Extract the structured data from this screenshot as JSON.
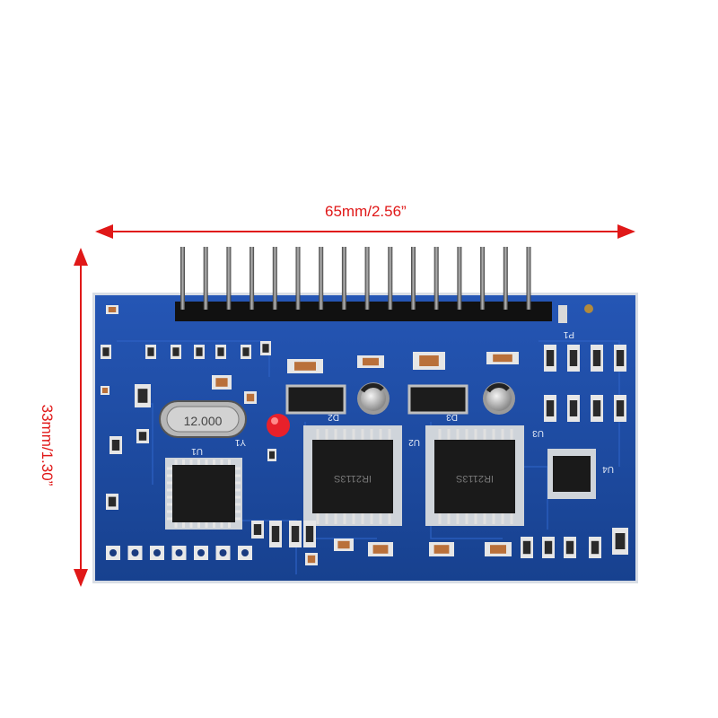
{
  "dimensions": {
    "width_label": "65mm/2.56”",
    "height_label": "33mm/1.30”",
    "arrow_color": "#e01818"
  },
  "board": {
    "pcb_color": "#1c4aa3",
    "crystal_label": "12.000",
    "header_pins": 16,
    "ic_labels": [
      "IR2113S",
      "IR2113S"
    ],
    "chip_label_u1": "U1",
    "chip_label_u2": "U2",
    "chip_label_u3": "U3",
    "chip_label_u4": "U4",
    "chip_label_y1": "Y1",
    "chip_label_d2": "D2",
    "chip_label_d3": "D3",
    "chip_label_p1": "P1"
  }
}
